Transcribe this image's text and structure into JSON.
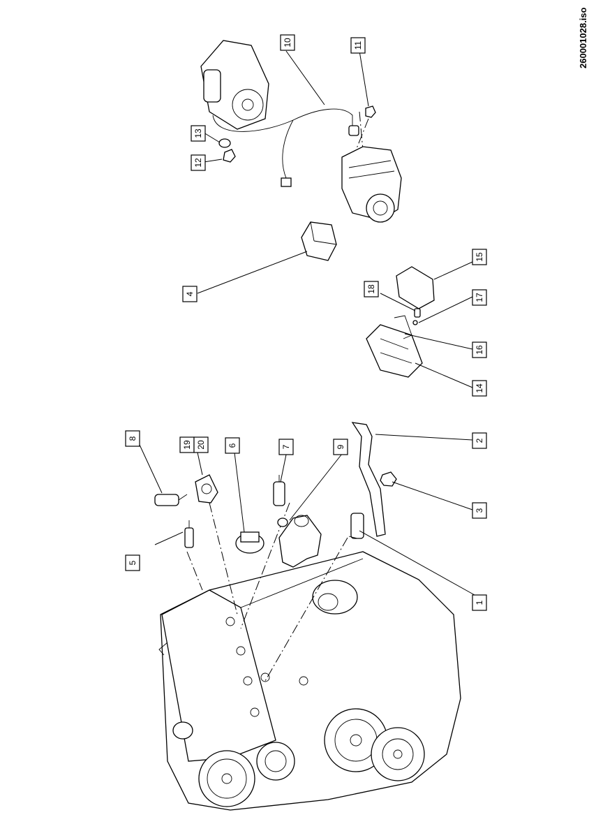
{
  "doc_id": "260001028.iso",
  "callouts": [
    {
      "id": "c1",
      "text": "1"
    },
    {
      "id": "c2",
      "text": "2"
    },
    {
      "id": "c3",
      "text": "3"
    },
    {
      "id": "c4",
      "text": "4"
    },
    {
      "id": "c5",
      "text": "5"
    },
    {
      "id": "c6",
      "text": "6"
    },
    {
      "id": "c7",
      "text": "7"
    },
    {
      "id": "c8",
      "text": "8"
    },
    {
      "id": "c9",
      "text": "9"
    },
    {
      "id": "c10",
      "text": "10"
    },
    {
      "id": "c11",
      "text": "11"
    },
    {
      "id": "c12",
      "text": "12"
    },
    {
      "id": "c13",
      "text": "13"
    },
    {
      "id": "c14",
      "text": "14"
    },
    {
      "id": "c15",
      "text": "15"
    },
    {
      "id": "c16",
      "text": "16"
    },
    {
      "id": "c17",
      "text": "17"
    },
    {
      "id": "c18",
      "text": "18"
    },
    {
      "id": "c19",
      "text": "19"
    },
    {
      "id": "c20",
      "text": "20"
    }
  ]
}
